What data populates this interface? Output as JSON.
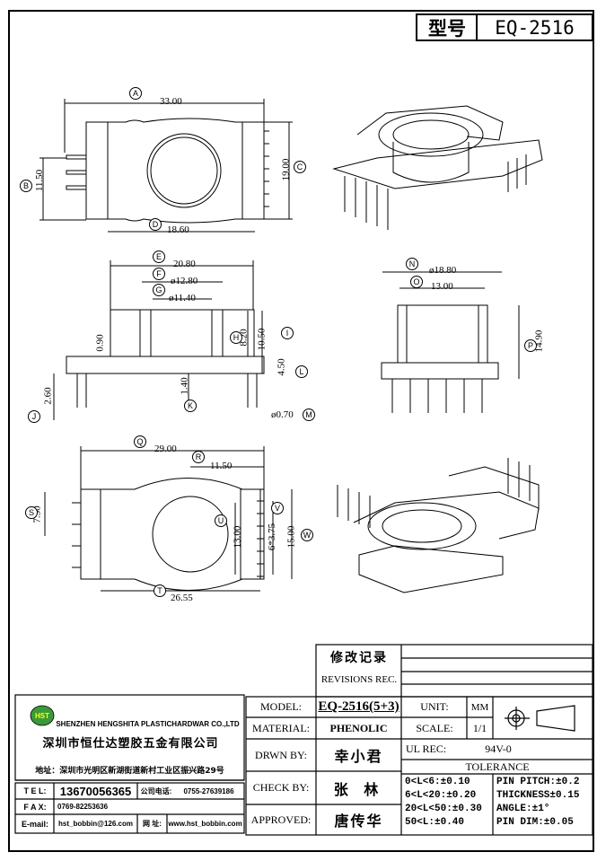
{
  "title_block": {
    "type_label": "型号",
    "model_code": "EQ-2516"
  },
  "dimensions": {
    "A": "33.00",
    "B": "11.50",
    "C": "19.00",
    "D": "18.60",
    "E": "20.80",
    "F": "ø12.80",
    "G": "ø11.40",
    "H": "8.20",
    "I": "10.50",
    "J": "2.60",
    "K": "1.40",
    "L": "4.50",
    "M": "ø0.70",
    "N": "ø18.80",
    "O": "13.00",
    "P": "14.90",
    "Q": "29.00",
    "R": "11.50",
    "S": "7.50",
    "T": "26.55",
    "U": "13.00",
    "V": "6*3.75",
    "W": "15.00",
    "h090": "0.90"
  },
  "markers": [
    "A",
    "B",
    "C",
    "D",
    "E",
    "F",
    "G",
    "H",
    "I",
    "J",
    "K",
    "L",
    "M",
    "N",
    "O",
    "P",
    "Q",
    "R",
    "S",
    "T",
    "U",
    "V",
    "W"
  ],
  "revisions": {
    "title_cn": "修改记录",
    "title_en": "REVISIONS REC."
  },
  "company": {
    "logo_text": "HST",
    "name_en": "SHENZHEN HENGSHITA PLASTICHARDWAR CO.,LTD",
    "name_cn": "深圳市恒仕达塑胶五金有限公司",
    "address": "地址：深圳市光明区新湖街道新村工业区振兴路29号",
    "tel_label": "T E L:",
    "tel": "13670056365",
    "company_tel_label": "公司电话:",
    "company_tel": "0755-27639186",
    "fax_label": "F A X:",
    "fax": "0769-82253636",
    "email_label": "E-mail:",
    "email": "hst_bobbin@126.com",
    "web_label": "网 址:",
    "web": "www.hst_bobbin.com"
  },
  "spec": {
    "model_label": "MODEL:",
    "model": "EQ-2516(5+3)",
    "material_label": "MATERIAL:",
    "material": "PHENOLIC",
    "drwn_label": "DRWN BY:",
    "drwn": "幸小君",
    "check_label": "CHECK BY:",
    "check": "张 林",
    "approved_label": "APPROVED:",
    "approved": "唐传华",
    "unit_label": "UNIT:",
    "unit": "MM",
    "scale_label": "SCALE:",
    "scale": "1/1",
    "ul_label": "UL REC:",
    "ul": "94V-0",
    "tolerance_label": "TOLERANCE",
    "tol1": "0<L<6:±0.10",
    "tol2": "6<L<20:±0.20",
    "tol3": "20<L<50:±0.30",
    "tol4": "50<L:±0.40",
    "pin_pitch": "PIN PITCH:±0.2",
    "thickness": "THICKNESS±0.15",
    "angle": "ANGLE:±1°",
    "pin_dim": "PIN DIM:±0.05"
  }
}
